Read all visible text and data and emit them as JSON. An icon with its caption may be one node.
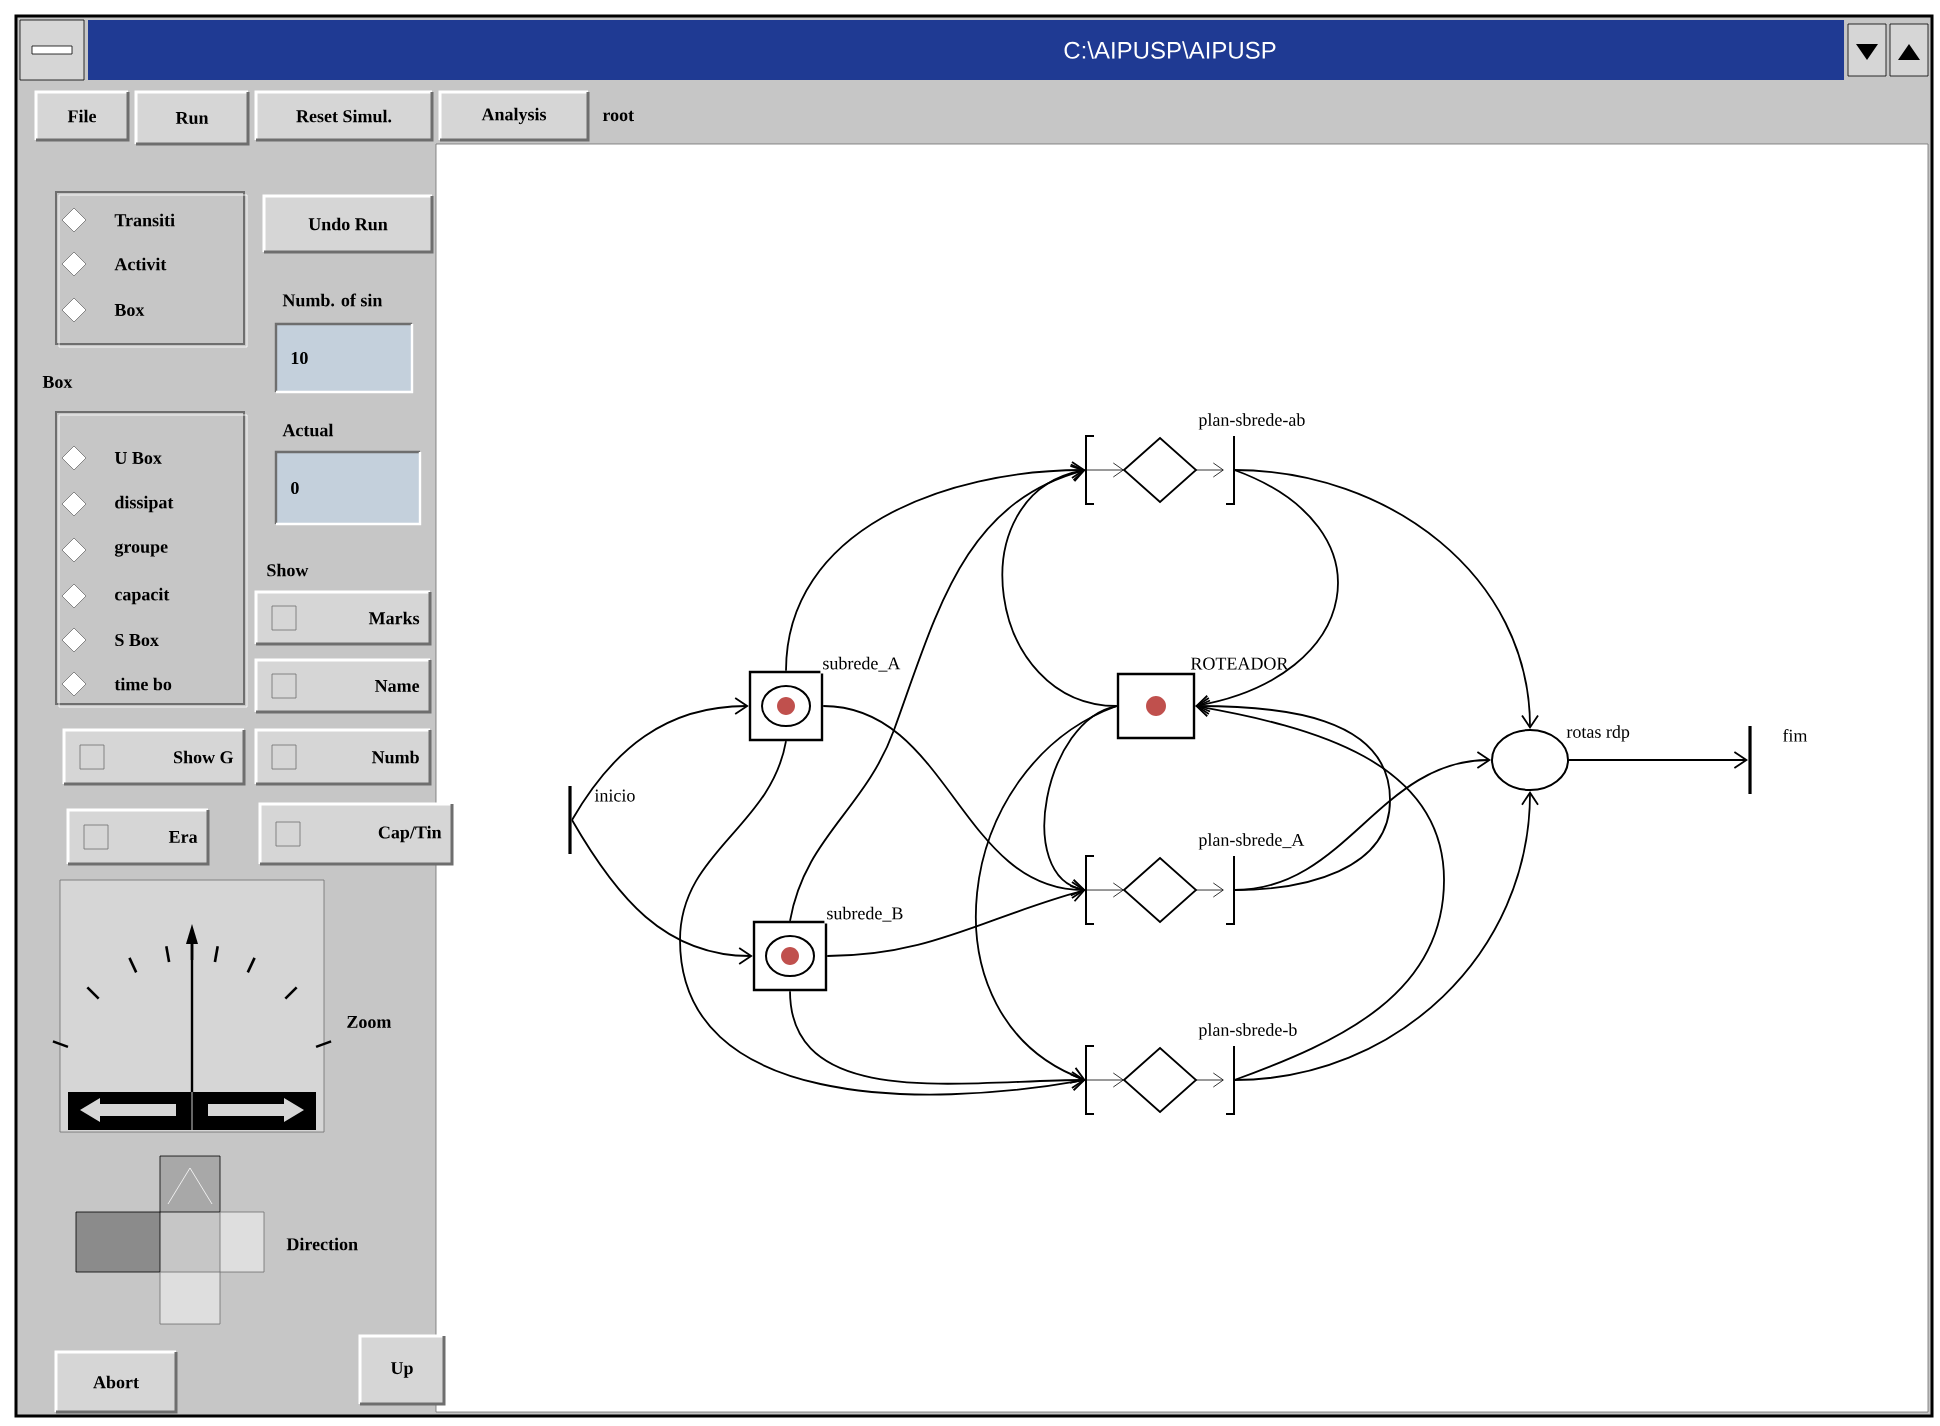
{
  "diagram": {
    "title": "C:\\AIPUSP\\AIPUSP",
    "nodes": [
      {
        "text": [
          "inicio"
        ]
      },
      {
        "text": [
          "subrede_A"
        ]
      },
      {
        "text": [
          "subrede_B"
        ]
      },
      {
        "text": [
          "ROTEADOR"
        ]
      },
      {
        "text": [
          "plan-sbrede-ab"
        ]
      },
      {
        "text": [
          "plan-sbrede_A"
        ]
      },
      {
        "text": [
          "plan-sbrede-b"
        ]
      },
      {
        "text": [
          "rotas rdp"
        ]
      },
      {
        "text": [
          "fim"
        ]
      }
    ],
    "edges": [
      {
        "from": 0,
        "to": 1,
        "arrow": "to"
      },
      {
        "from": 0,
        "to": 2,
        "arrow": "to"
      },
      {
        "from": 1,
        "to": 4,
        "arrow": "to"
      },
      {
        "from": 1,
        "to": 5,
        "arrow": "to"
      },
      {
        "from": 1,
        "to": 6,
        "arrow": "to"
      },
      {
        "from": 2,
        "to": 4,
        "arrow": "to"
      },
      {
        "from": 2,
        "to": 5,
        "arrow": "to"
      },
      {
        "from": 2,
        "to": 6,
        "arrow": "to"
      },
      {
        "from": 3,
        "to": 4,
        "arrow": "to"
      },
      {
        "from": 3,
        "to": 5,
        "arrow": "to"
      },
      {
        "from": 3,
        "to": 6,
        "arrow": "to"
      },
      {
        "from": 4,
        "to": 3,
        "arrow": "to"
      },
      {
        "from": 4,
        "to": 7,
        "arrow": "to"
      },
      {
        "from": 5,
        "to": 3,
        "arrow": "to"
      },
      {
        "from": 5,
        "to": 7,
        "arrow": "to"
      },
      {
        "from": 6,
        "to": 3,
        "arrow": "to"
      },
      {
        "from": 6,
        "to": 7,
        "arrow": "to"
      },
      {
        "from": 7,
        "to": 8,
        "arrow": "to"
      }
    ],
    "labels": [
      "File",
      "Run",
      "Reset Simul.",
      "Analysis",
      "root",
      "Transiti",
      "Undo Run",
      "Activit",
      "Numb. of sin",
      "Box",
      "10",
      "Box",
      "U Box",
      "Actual",
      "dissipat",
      "0",
      "groupe",
      "Show",
      "capacit",
      "Marks",
      "S Box",
      "time bo",
      "Name",
      "Show G",
      "Numb",
      "Era",
      "Cap/Tin",
      "Zoom",
      "Direction",
      "Abort",
      "Up"
    ]
  }
}
